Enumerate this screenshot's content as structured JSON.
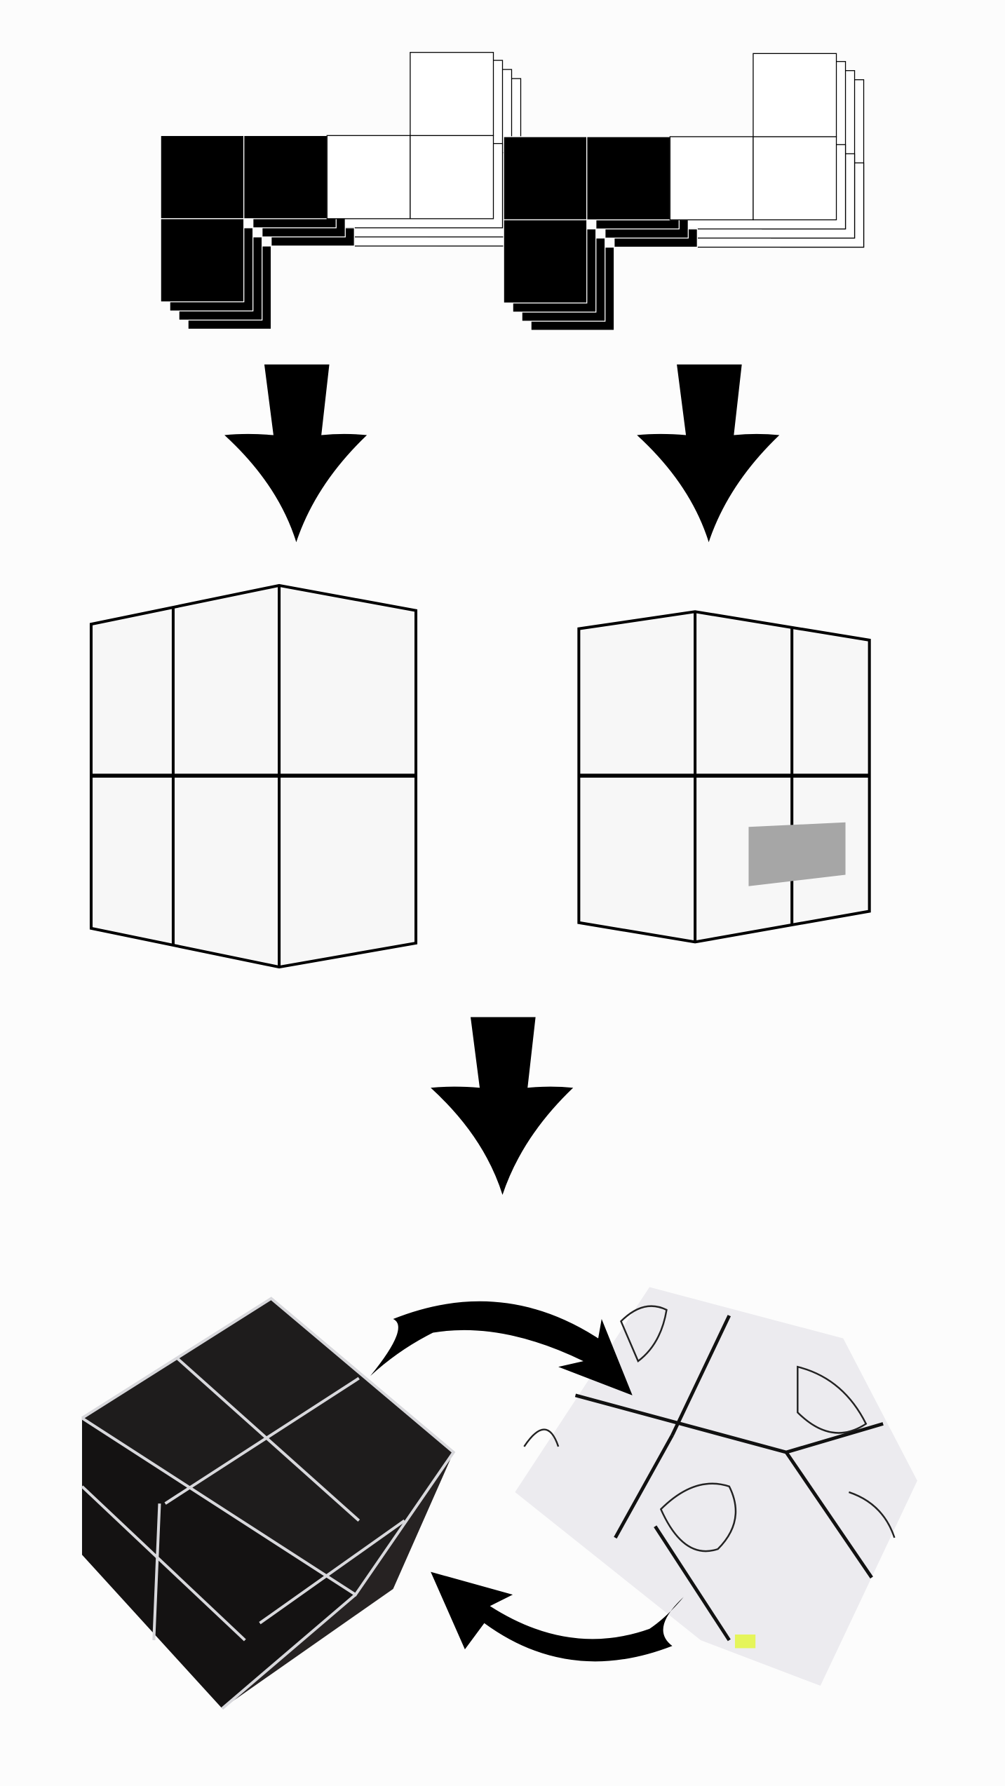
{
  "colors": {
    "background": "#fcfcfc",
    "ink": "#000000",
    "face": "#f7f7f7",
    "sticker": "#a6a6a6",
    "dark_cube": "#1a1818",
    "light_cube": "#ecebef"
  },
  "steps": [
    "nets",
    "folded-cubes",
    "photo-cubes"
  ]
}
